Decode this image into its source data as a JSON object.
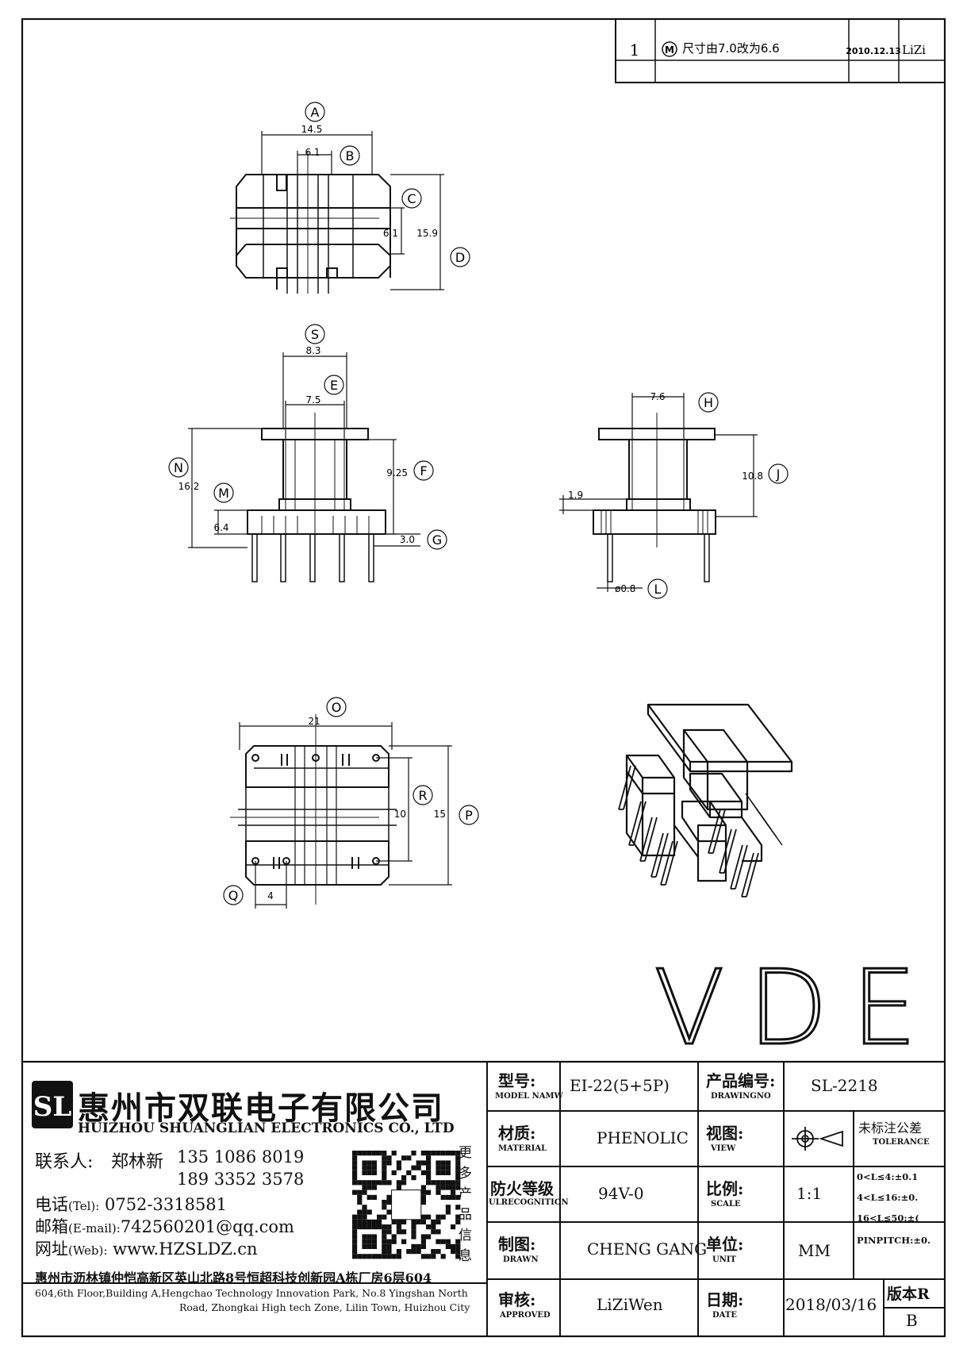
{
  "revision": {
    "number": "1",
    "marker": "M",
    "change": "尺寸由7.0改为6.6",
    "date": "2010.12.13",
    "by": "LiZi"
  },
  "dimensions": {
    "top": {
      "A": "14.5",
      "B": "6.1",
      "C": "6.1",
      "D": "15.9"
    },
    "front": {
      "S": "8.3",
      "E": "7.5",
      "F": "9.25",
      "N": "16.2",
      "M": "6.4",
      "G": "3.0"
    },
    "side": {
      "H": "7.6",
      "J": "10.8",
      "K": "1.9",
      "L": "ø0.8"
    },
    "bottom": {
      "O": "21",
      "R": "10",
      "P": "15",
      "Q": "4"
    }
  },
  "labels": {
    "A": "A",
    "B": "B",
    "C": "C",
    "D": "D",
    "S": "S",
    "E": "E",
    "F": "F",
    "N": "N",
    "M": "M",
    "G": "G",
    "H": "H",
    "J": "J",
    "L": "L",
    "O": "O",
    "R": "R",
    "P": "P",
    "Q": "Q"
  },
  "mark": "VDE",
  "company": {
    "logo_letters": "SL",
    "name_cn": "惠州市双联电子有限公司",
    "name_en": "HUIZHOU SHUANGLIAN ELECTRONICS CO., LTD",
    "contact_label": "联系人:",
    "contact_name": "郑林新",
    "phone1": "135 1086 8019",
    "phone2": "189 3352 3578",
    "tel_label_cn": "电话",
    "tel_label_en": "(Tel):",
    "tel": "0752-3318581",
    "email_label_cn": "邮箱",
    "email_label_en": "(E-mail):",
    "email": "742560201@qq.com",
    "web_label_cn": "网址",
    "web_label_en": "(Web):",
    "web": "www.HZSLDZ.cn",
    "qr_caption": "更多产品信息",
    "address_cn": "惠州市沥林镇仲恺高新区英山北路8号恒超科技创新园A栋厂房6层604",
    "address_en1": "604,6th Floor,Building A,Hengchao Technology Innovation Park, No.8 Yingshan North",
    "address_en2": "Road, Zhongkai High tech Zone, Lilin Town, Huizhou City"
  },
  "title_block": {
    "model_cn": "型号:",
    "model_en": "MODEL NAMW",
    "model": "EI-22(5+5P)",
    "drawing_cn": "产品编号:",
    "drawing_en": "DRAWINGNO",
    "drawing_no": "SL-2218",
    "material_cn": "材质:",
    "material_en": "MATERIAL",
    "material": "PHENOLIC",
    "view_cn": "视图:",
    "view_en": "VIEW",
    "tolerance_cn": "未标注公差",
    "tolerance_en": "TOLERANCE",
    "tol1": "0<L≤4:±0.1",
    "tol2": "4<L≤16:±0.",
    "tol3": "16<L≤50:±(",
    "tol4": "PINPITCH:±0.",
    "fire_cn": "防火等级",
    "fire_en": "ULRECOGNITION",
    "fire": "94V-0",
    "scale_cn": "比例:",
    "scale_en": "SCALE",
    "scale": "1:1",
    "drawn_cn": "制图:",
    "drawn_en": "DRAWN",
    "drawn": "CHENG GANG",
    "unit_cn": "单位:",
    "unit_en": "UNIT",
    "unit": "MM",
    "approved_cn": "审核:",
    "approved_en": "APPROVED",
    "approved": "LiZiWen",
    "date_cn": "日期:",
    "date_en": "DATE",
    "date": "2018/03/16",
    "version_cn": "版本R",
    "version": "B"
  }
}
